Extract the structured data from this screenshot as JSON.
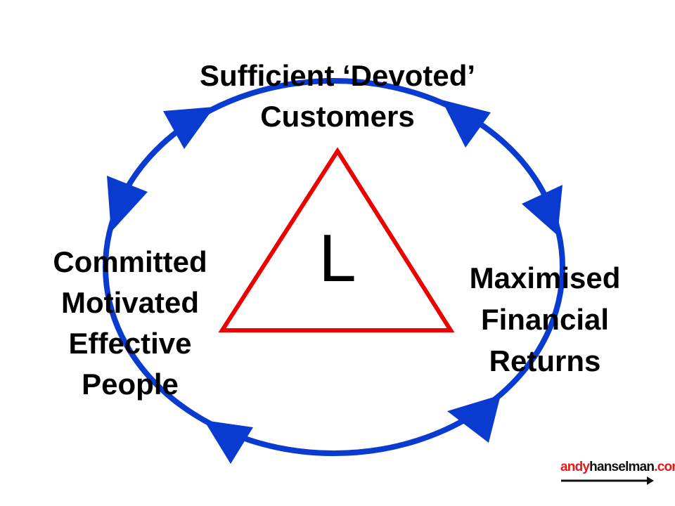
{
  "diagram": {
    "top_node": {
      "lines": [
        "Sufficient ‘Devoted’",
        "Customers"
      ]
    },
    "left_node": {
      "lines": [
        "Committed",
        "Motivated",
        "Effective",
        "People"
      ]
    },
    "right_node": {
      "lines": [
        "Maximised",
        "Financial",
        "Returns"
      ]
    },
    "center_letter": "L",
    "colors": {
      "cycle": "#0a3bd0",
      "triangle": "#ee0000",
      "text": "#000000"
    }
  },
  "logo": {
    "part_a": "andy",
    "part_b": "hanselman",
    "part_c": ".com"
  }
}
